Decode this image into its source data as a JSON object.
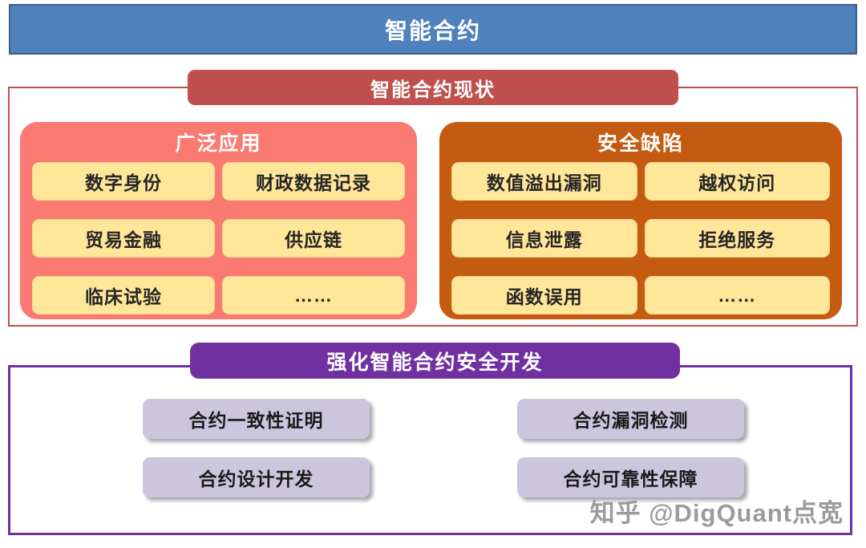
{
  "page": {
    "title": "智能合约"
  },
  "status_section": {
    "header": "智能合约现状",
    "applications": {
      "header": "广泛应用",
      "items": [
        "数字身份",
        "财政数据记录",
        "贸易金融",
        "供应链",
        "临床试验",
        "……"
      ]
    },
    "security_flaws": {
      "header": "安全缺陷",
      "items": [
        "数值溢出漏洞",
        "越权访问",
        "信息泄露",
        "拒绝服务",
        "函数误用",
        "……"
      ]
    }
  },
  "development_section": {
    "header": "强化智能合约安全开发",
    "items": [
      "合约一致性证明",
      "合约漏洞检测",
      "合约设计开发",
      "合约可靠性保障"
    ]
  },
  "watermark": "知乎 @DigQuant点宽",
  "colors": {
    "banner_blue": "#4F81BD",
    "banner_blue_border": "#385D8A",
    "status_red": "#C0504D",
    "applications_pink": "#FA7A72",
    "flaws_orange": "#C55A11",
    "item_yellow": "#FFE699",
    "development_purple": "#7030A0",
    "development_lavender": "#CCC5DE"
  }
}
